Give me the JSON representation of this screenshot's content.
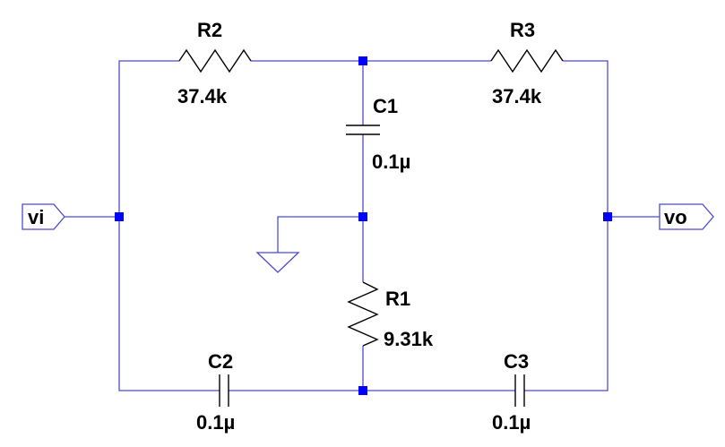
{
  "components": {
    "R1": {
      "ref": "R1",
      "value": "9.31k"
    },
    "R2": {
      "ref": "R2",
      "value": "37.4k"
    },
    "R3": {
      "ref": "R3",
      "value": "37.4k"
    },
    "C1": {
      "ref": "C1",
      "value": "0.1µ"
    },
    "C2": {
      "ref": "C2",
      "value": "0.1µ"
    },
    "C3": {
      "ref": "C3",
      "value": "0.1µ"
    }
  },
  "ports": {
    "input": {
      "label": "vi"
    },
    "output": {
      "label": "vo"
    }
  },
  "colors": {
    "wire": "#4b4bd6",
    "node": "#0000ff",
    "component": "#000000"
  }
}
